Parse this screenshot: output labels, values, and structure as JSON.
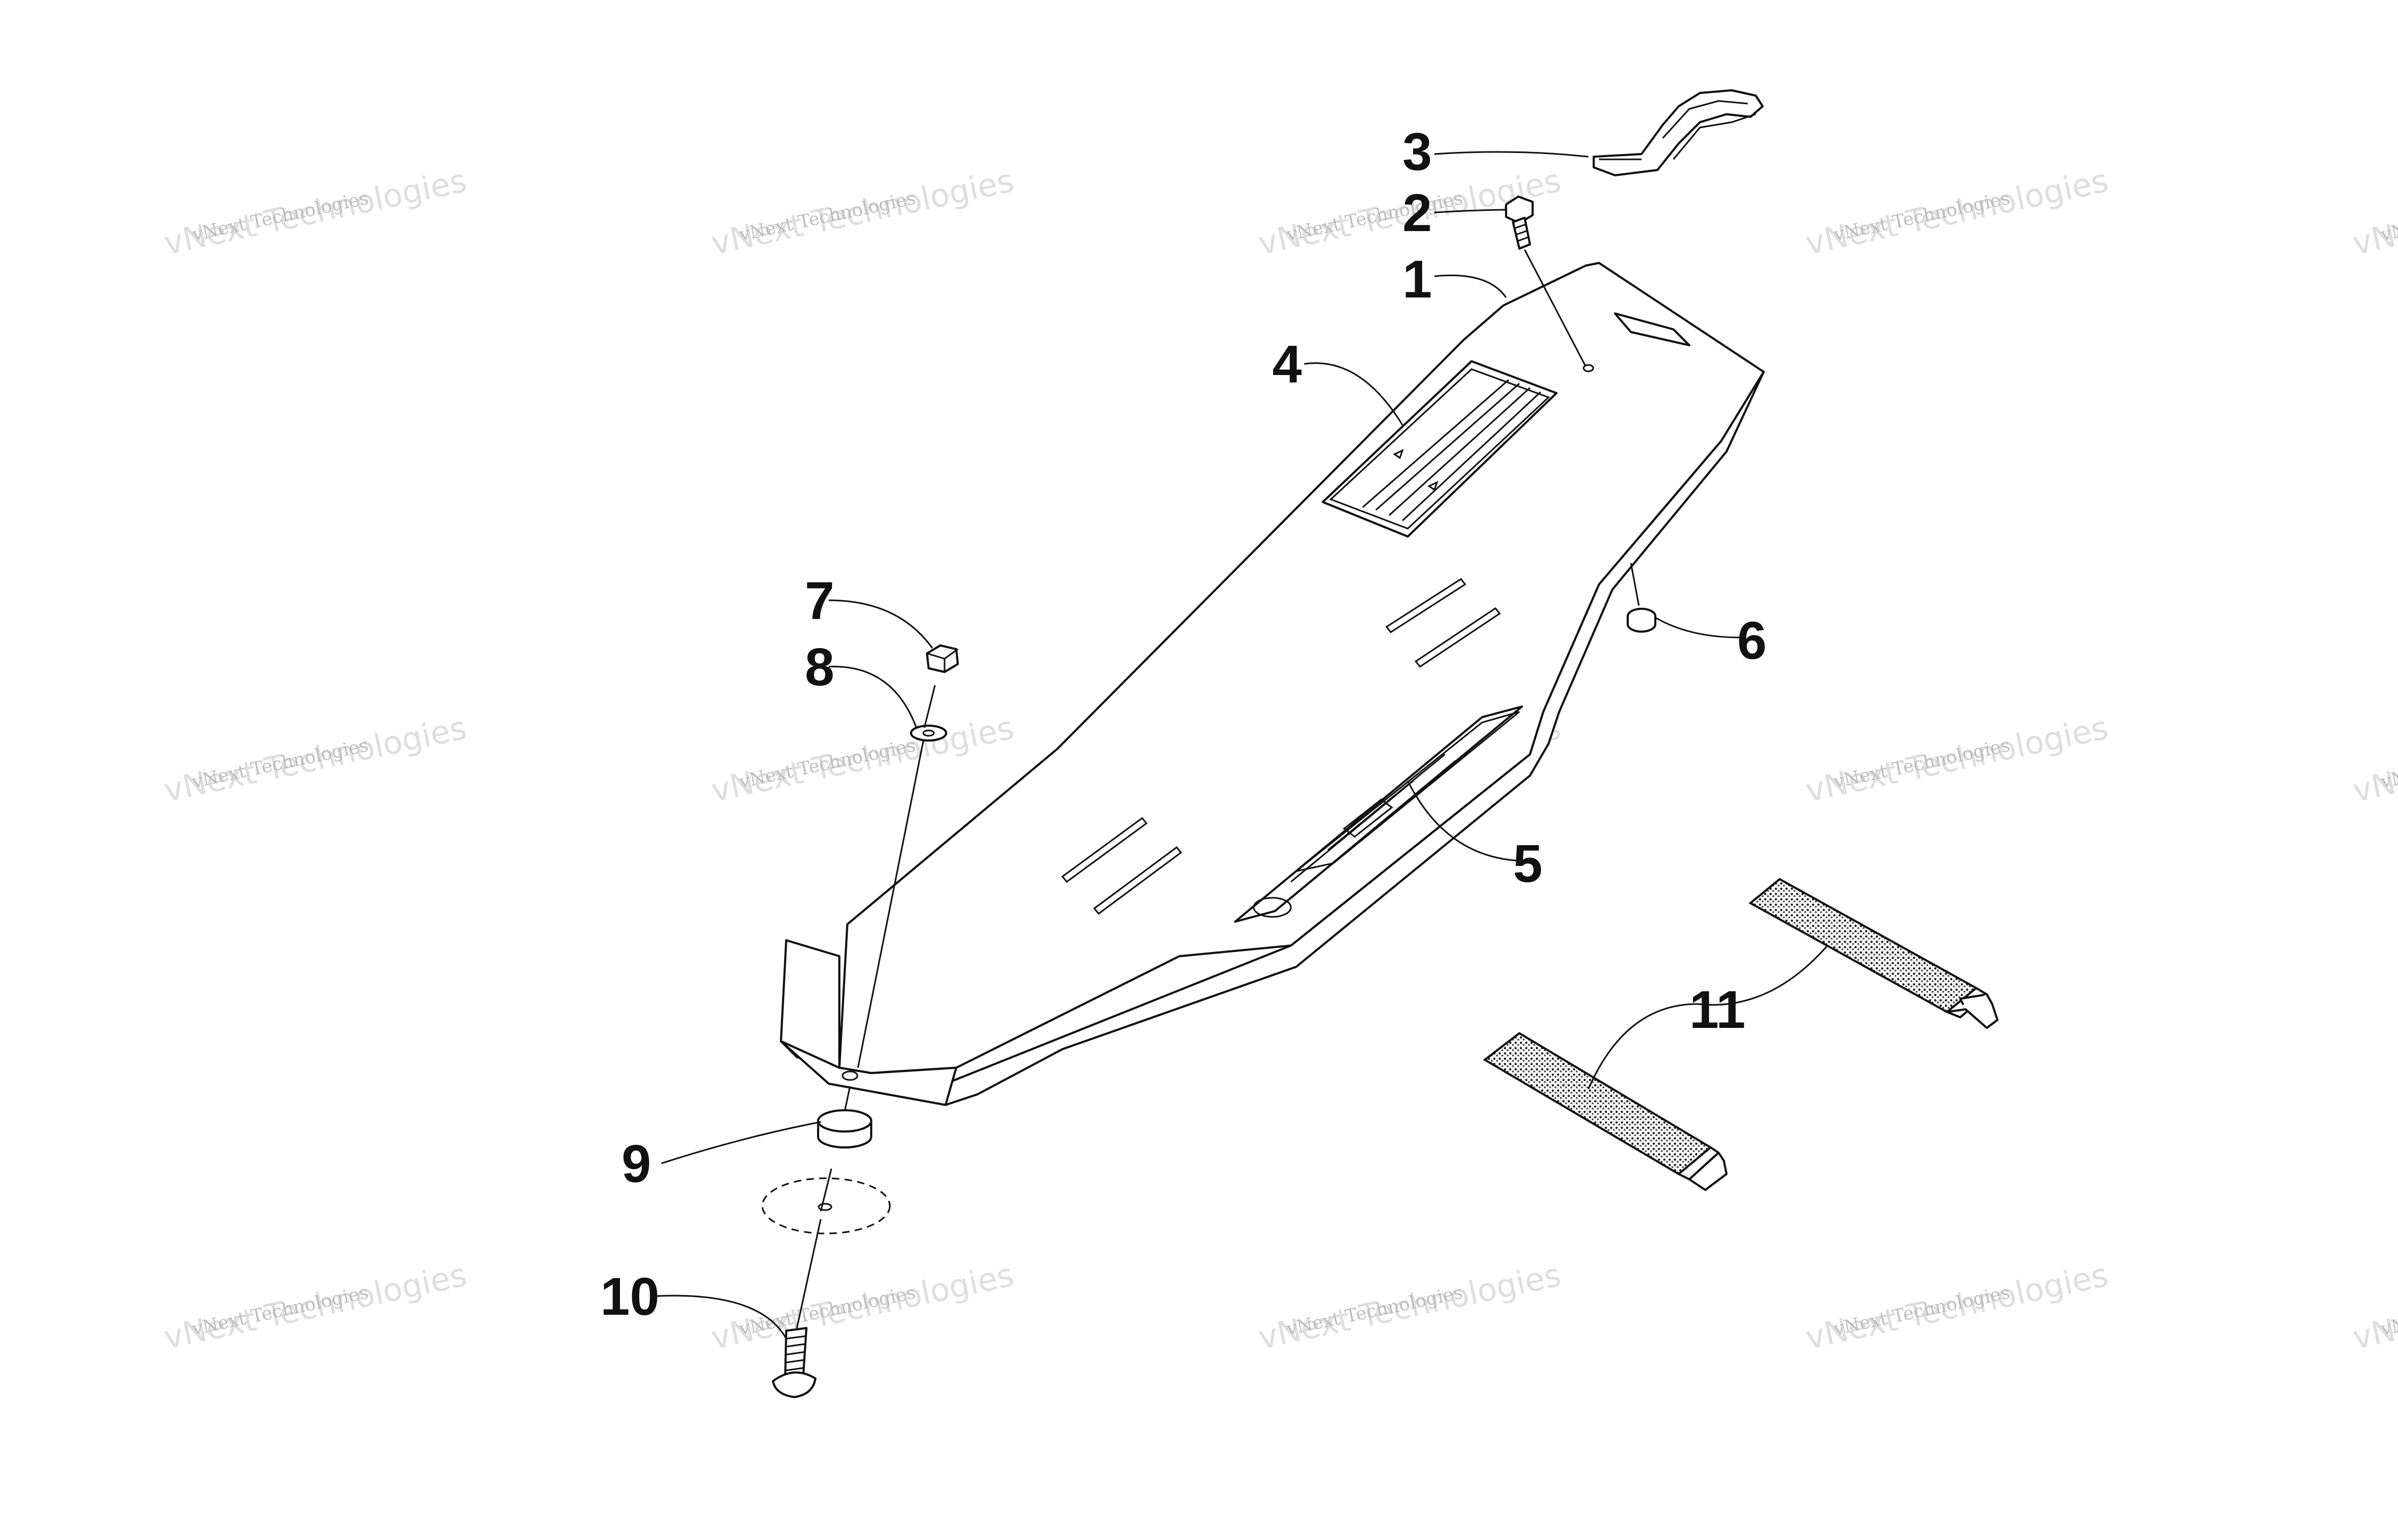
{
  "watermark": {
    "line1": "vNext Technologies",
    "line2": "vNext Technologies"
  },
  "callouts": [
    {
      "id": "1",
      "label": "1"
    },
    {
      "id": "2",
      "label": "2"
    },
    {
      "id": "3",
      "label": "3"
    },
    {
      "id": "4",
      "label": "4"
    },
    {
      "id": "5",
      "label": "5"
    },
    {
      "id": "6",
      "label": "6"
    },
    {
      "id": "7",
      "label": "7"
    },
    {
      "id": "8",
      "label": "8"
    },
    {
      "id": "9",
      "label": "9"
    },
    {
      "id": "10",
      "label": "10"
    },
    {
      "id": "11",
      "label": "11"
    }
  ],
  "colors": {
    "line": "#111111",
    "background": "#ffffff"
  }
}
